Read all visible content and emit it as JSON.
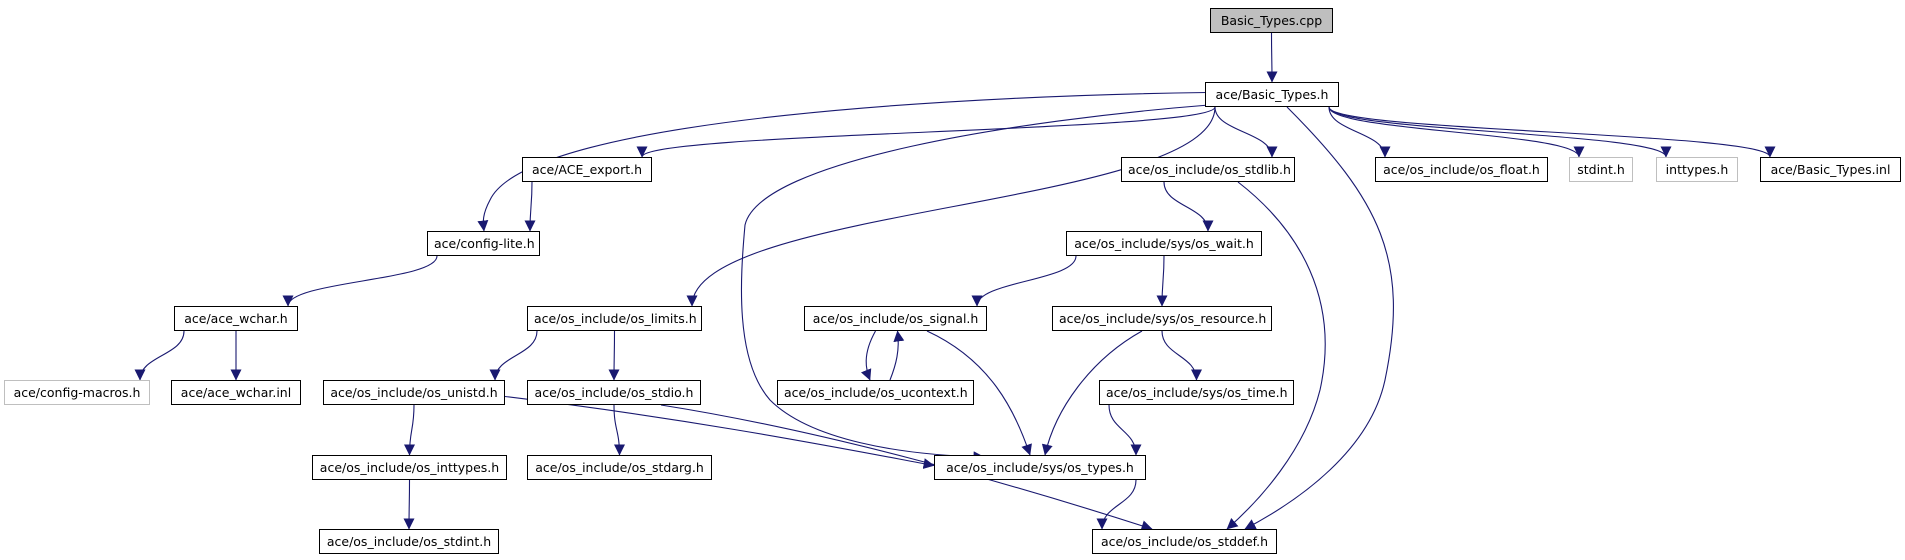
{
  "colors": {
    "edge": "#191970",
    "root_fill": "#bfbfbf",
    "node_border": "#000000",
    "external_border": "#bfbfbf"
  },
  "nodes": {
    "basic_types_cpp": "Basic_Types.cpp",
    "basic_types_h": "ace/Basic_Types.h",
    "ace_export": "ace/ACE_export.h",
    "os_stdlib": "ace/os_include/os_stdlib.h",
    "os_float": "ace/os_include/os_float.h",
    "stdint_h": "stdint.h",
    "inttypes_h": "inttypes.h",
    "basic_types_inl": "ace/Basic_Types.inl",
    "config_lite": "ace/config-lite.h",
    "sys_os_wait": "ace/os_include/sys/os_wait.h",
    "ace_wchar": "ace/ace_wchar.h",
    "os_limits": "ace/os_include/os_limits.h",
    "os_signal": "ace/os_include/os_signal.h",
    "sys_os_resource": "ace/os_include/sys/os_resource.h",
    "config_macros": "ace/config-macros.h",
    "ace_wchar_inl": "ace/ace_wchar.inl",
    "os_unistd": "ace/os_include/os_unistd.h",
    "os_stdio": "ace/os_include/os_stdio.h",
    "os_ucontext": "ace/os_include/os_ucontext.h",
    "sys_os_time": "ace/os_include/sys/os_time.h",
    "os_inttypes": "ace/os_include/os_inttypes.h",
    "os_stdarg": "ace/os_include/os_stdarg.h",
    "sys_os_types": "ace/os_include/sys/os_types.h",
    "os_stdint": "ace/os_include/os_stdint.h",
    "os_stddef": "ace/os_include/os_stddef.h"
  },
  "external_nodes": [
    "stdint_h",
    "inttypes_h",
    "config_macros"
  ],
  "edges": [
    [
      "basic_types_cpp",
      "basic_types_h"
    ],
    [
      "basic_types_h",
      "config_lite"
    ],
    [
      "basic_types_h",
      "ace_export"
    ],
    [
      "basic_types_h",
      "os_limits"
    ],
    [
      "basic_types_h",
      "sys_os_types"
    ],
    [
      "basic_types_h",
      "os_stdlib"
    ],
    [
      "basic_types_h",
      "os_stddef"
    ],
    [
      "basic_types_h",
      "os_float"
    ],
    [
      "basic_types_h",
      "stdint_h"
    ],
    [
      "basic_types_h",
      "inttypes_h"
    ],
    [
      "basic_types_h",
      "basic_types_inl"
    ],
    [
      "ace_export",
      "config_lite"
    ],
    [
      "config_lite",
      "ace_wchar"
    ],
    [
      "ace_wchar",
      "config_macros"
    ],
    [
      "ace_wchar",
      "ace_wchar_inl"
    ],
    [
      "os_limits",
      "os_unistd"
    ],
    [
      "os_limits",
      "os_stdio"
    ],
    [
      "os_unistd",
      "os_inttypes"
    ],
    [
      "os_unistd",
      "sys_os_types"
    ],
    [
      "os_inttypes",
      "os_stdint"
    ],
    [
      "os_stdio",
      "os_stdarg"
    ],
    [
      "os_stdio",
      "os_stddef"
    ],
    [
      "os_stdlib",
      "sys_os_wait"
    ],
    [
      "os_stdlib",
      "os_stddef"
    ],
    [
      "sys_os_wait",
      "os_signal"
    ],
    [
      "sys_os_wait",
      "sys_os_resource"
    ],
    [
      "os_signal",
      "os_ucontext"
    ],
    [
      "os_ucontext",
      "os_signal"
    ],
    [
      "os_signal",
      "sys_os_types"
    ],
    [
      "sys_os_resource",
      "sys_os_time"
    ],
    [
      "sys_os_resource",
      "sys_os_types"
    ],
    [
      "sys_os_time",
      "sys_os_types"
    ],
    [
      "sys_os_types",
      "os_stddef"
    ]
  ]
}
